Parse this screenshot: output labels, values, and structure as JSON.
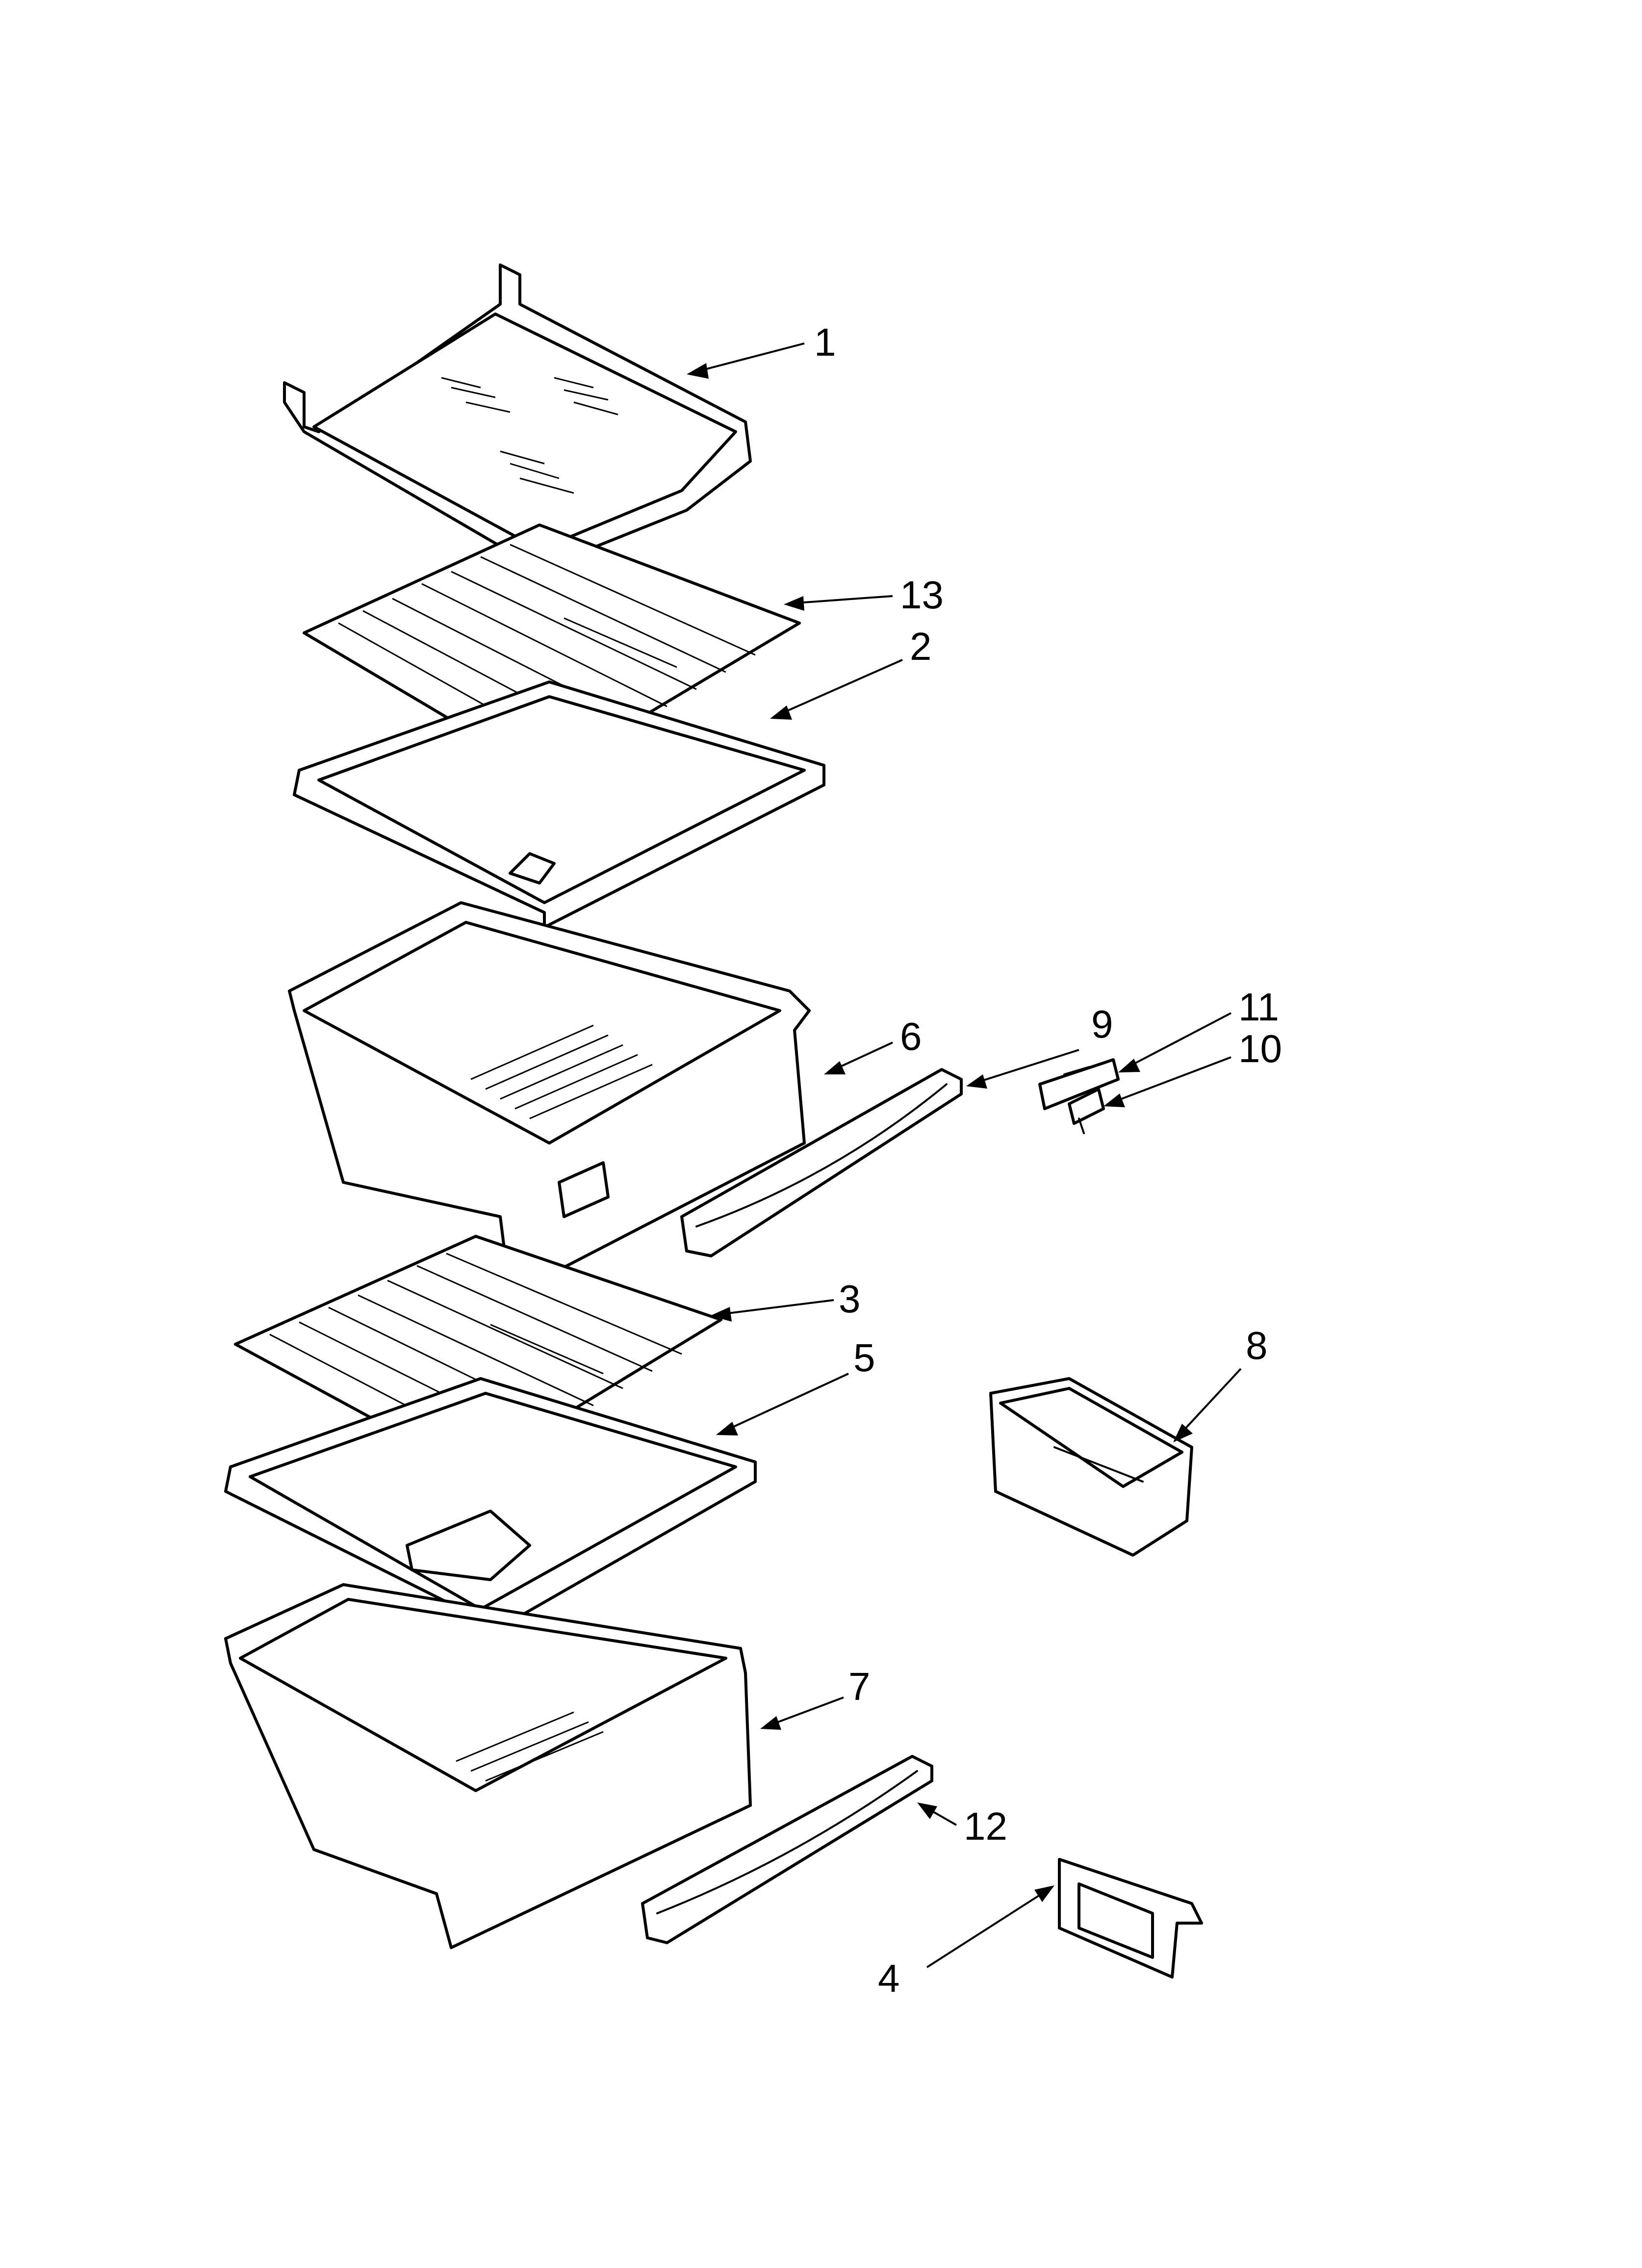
{
  "diagram": {
    "type": "exploded-parts-view",
    "callouts": [
      {
        "id": "1",
        "label": "1"
      },
      {
        "id": "13",
        "label": "13"
      },
      {
        "id": "2",
        "label": "2"
      },
      {
        "id": "6",
        "label": "6"
      },
      {
        "id": "9",
        "label": "9"
      },
      {
        "id": "11",
        "label": "11"
      },
      {
        "id": "10",
        "label": "10"
      },
      {
        "id": "3",
        "label": "3"
      },
      {
        "id": "5",
        "label": "5"
      },
      {
        "id": "8",
        "label": "8"
      },
      {
        "id": "7",
        "label": "7"
      },
      {
        "id": "12",
        "label": "12"
      },
      {
        "id": "4",
        "label": "4"
      }
    ]
  }
}
